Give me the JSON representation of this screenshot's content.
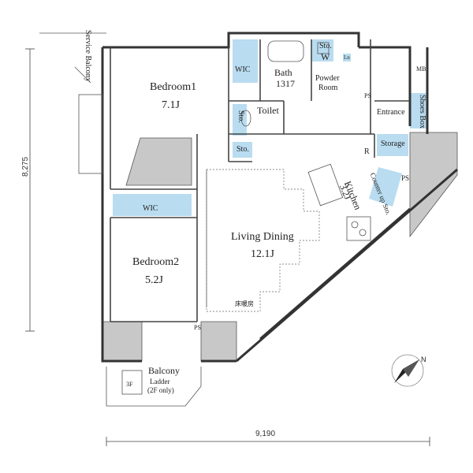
{
  "rooms": {
    "service_balcony": "Service Balcony",
    "bedroom1": "Bedroom1",
    "bedroom1_size": "7.1J",
    "wic1": "WIC",
    "bath": "Bath",
    "bath_size": "1317",
    "sto_w": "Sto.",
    "w": "W",
    "powder_room_1": "Powder",
    "powder_room_2": "Room",
    "ps1": "PS",
    "mb": "MB",
    "entrance": "Entrance",
    "shoes_box": "Shoes Box",
    "toilet": "Toilet",
    "sto_toilet": "Sto.",
    "sto_hall": "Sto.",
    "storage": "Storage",
    "r": "R",
    "kitchen": "Kitchen",
    "kitchen_size": "3.2J",
    "counter_up_sto": "Counter up Sto.",
    "ps2": "PS",
    "wic2": "WIC",
    "living_dining": "Living Dining",
    "living_dining_size": "12.1J",
    "floor_heating": "床暖房",
    "bedroom2": "Bedroom2",
    "bedroom2_size": "5.2J",
    "ps3": "PS",
    "balcony": "Balcony",
    "ladder_1": "Ladder",
    "ladder_2": "(2F only)",
    "ladder_floor": "3F",
    "ln": "Ln"
  },
  "dimensions": {
    "height": "8,275",
    "width": "9,190"
  },
  "compass": {
    "label": "N"
  },
  "colors": {
    "storage_fill": "#b9dcf0",
    "wall": "#333333",
    "shade": "#c8c8c8"
  }
}
